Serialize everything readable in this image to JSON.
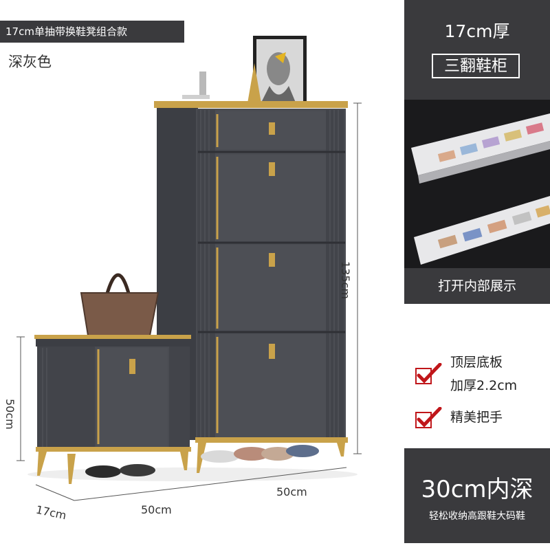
{
  "header": {
    "title": "17cm单抽带换鞋凳组合款",
    "color": "深灰色"
  },
  "side": {
    "thickness": "17cm厚",
    "cabinet_type": "三翻鞋柜",
    "inner_caption": "打开内部展示"
  },
  "features": [
    {
      "line1": "顶层底板",
      "line2": "加厚2.2cm"
    },
    {
      "line1": "精美把手",
      "line2": ""
    }
  ],
  "depth": {
    "big": "30cm内深",
    "small": "轻松收纳高跟鞋大码鞋"
  },
  "dimensions": {
    "tall_height": "135cm",
    "bench_height": "50cm",
    "bench_depth": "17cm",
    "bench_width": "50cm",
    "cabinet_width": "50cm"
  },
  "colors": {
    "panel": "#3a3a3d",
    "gold": "#c9a24a",
    "cabinet": "#4a4c52",
    "check": "#c0161a"
  }
}
